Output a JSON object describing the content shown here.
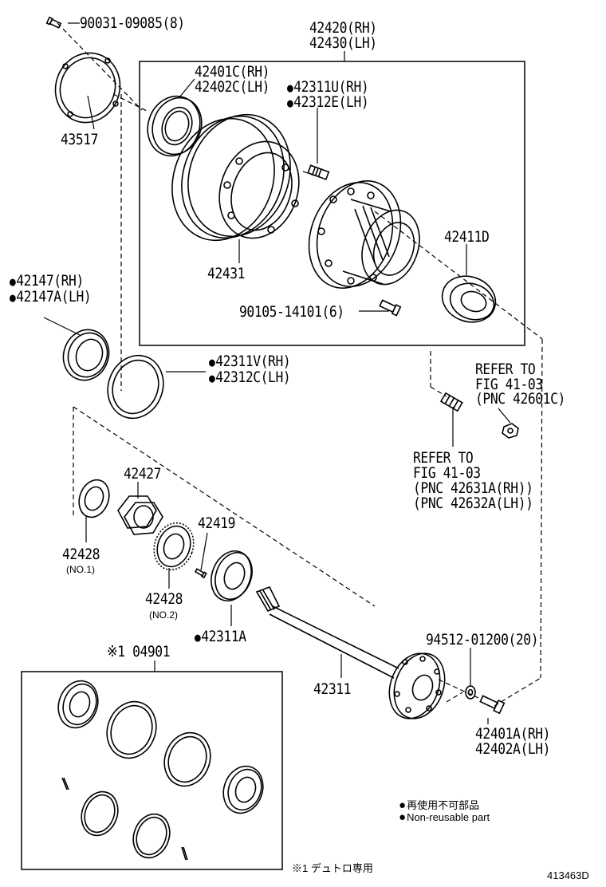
{
  "labels": {
    "p90031": "90031-09085(8)",
    "p43517": "43517",
    "p42420_rh": "42420(RH)",
    "p42430_lh": "42430(LH)",
    "p42401c_rh": "42401C(RH)",
    "p42402c_lh": "42402C(LH)",
    "p42311u_rh": "42311U(RH)",
    "p42312e_lh": "42312E(LH)",
    "p42431": "42431",
    "p42411d": "42411D",
    "p42147_rh": "42147(RH)",
    "p42147a_lh": "42147A(LH)",
    "p90105": "90105-14101(6)",
    "p42311v_rh": "42311V(RH)",
    "p42312c_lh": "42312C(LH)",
    "refer1_l1": "REFER TO",
    "refer1_l2": "FIG 41-03",
    "refer1_l3": "(PNC 42601C)",
    "refer2_l1": "REFER TO",
    "refer2_l2": "FIG 41-03",
    "refer2_l3": "(PNC 42631A(RH))",
    "refer2_l4": "(PNC 42632A(LH))",
    "p42427": "42427",
    "p42419": "42419",
    "p42428_a": "42428",
    "p42428_a_sub": "(NO.1)",
    "p42428_b": "42428",
    "p42428_b_sub": "(NO.2)",
    "p42311a": "42311A",
    "p94512": "94512-01200(20)",
    "p42311": "42311",
    "p04901": "※1 04901",
    "p42401a_rh": "42401A(RH)",
    "p42402a_lh": "42402A(LH)"
  },
  "legend": {
    "jp": "再使用不可部品",
    "en": "Non-reusable part",
    "note": "※1 デュトロ専用"
  },
  "figure_id": "413463D"
}
